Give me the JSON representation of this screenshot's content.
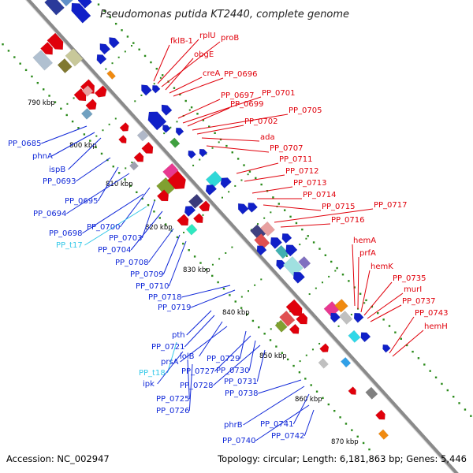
{
  "title": "Pseudomonas putida KT2440, complete genome",
  "footer": {
    "accession": "Accession: NC_002947",
    "topology": "Topology: circular; Length: 6,181,863 bp; Genes: 5,446"
  },
  "ticks": [
    "790 kbp",
    "800 kbp",
    "810 kbp",
    "820 kbp",
    "830 kbp",
    "840 kbp",
    "850 kbp",
    "860 kbp",
    "870 kbp"
  ],
  "colors": {
    "forward": "#e0000b",
    "reverse": "#1028d8",
    "trna": "#33c8e8",
    "backbone": "#8a8a8a",
    "tick_dot": "#2a8a1a"
  },
  "forward_labels": [
    "fklB-1",
    "rplU",
    "proB",
    "obgE",
    "creA",
    "PP_0696",
    "PP_0697",
    "PP_0701",
    "PP_0699",
    "PP_0705",
    "PP_0702",
    "ada",
    "PP_0707",
    "PP_0711",
    "PP_0712",
    "PP_0713",
    "PP_0714",
    "PP_0715",
    "PP_0717",
    "PP_0716",
    "hemA",
    "prfA",
    "hemK",
    "PP_0735",
    "murI",
    "PP_0737",
    "PP_0743",
    "hemH"
  ],
  "reverse_labels": [
    "PP_0685",
    "phnA",
    "ispB",
    "PP_0693",
    "PP_0695",
    "PP_0694",
    "PP_0700",
    "PP_0698",
    "PP_0703",
    "PP_t17",
    "PP_0704",
    "PP_0708",
    "PP_0709",
    "PP_0710",
    "PP_0718",
    "PP_0719",
    "pth",
    "PP_0721",
    "lolB",
    "prsA",
    "PP_0729",
    "PP_t18",
    "PP_0727",
    "PP_0730",
    "ipk",
    "PP_0728",
    "PP_0731",
    "PP_0725",
    "PP_0738",
    "PP_0726",
    "phrB",
    "PP_0741",
    "PP_0740",
    "PP_0742"
  ]
}
